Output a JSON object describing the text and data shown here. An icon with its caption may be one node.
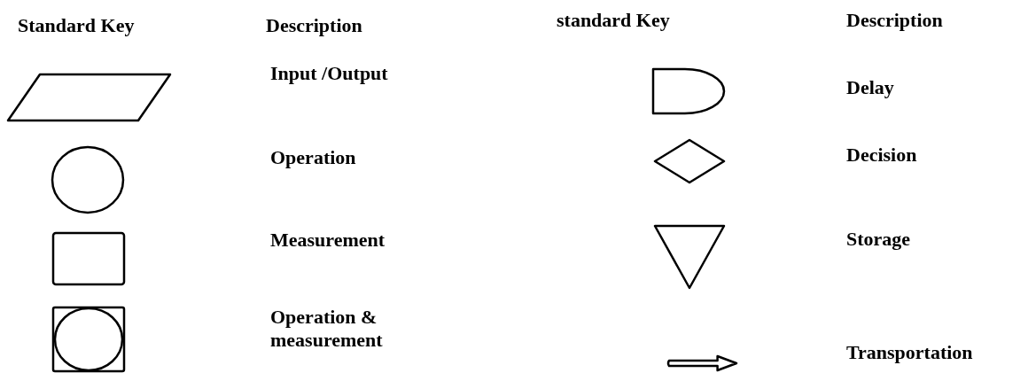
{
  "diagram": {
    "labels": [
      "Standard Key",
      "Description",
      "standard Key",
      "Description"
    ],
    "legend": [
      {
        "text": "Input /Output"
      },
      {
        "text": "Operation"
      },
      {
        "text": "Measurement"
      },
      {
        "text": "Operation & measurement"
      },
      {
        "text": "Delay"
      },
      {
        "text": "Decision"
      },
      {
        "text": "Storage"
      },
      {
        "text": "Transportation"
      }
    ]
  }
}
